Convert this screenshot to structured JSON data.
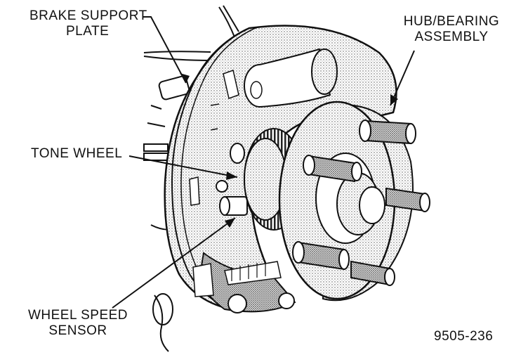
{
  "labels": {
    "brake_support_plate": [
      "BRAKE SUPPORT",
      "PLATE"
    ],
    "hub_bearing_assembly": [
      "HUB/BEARING",
      "ASSEMBLY"
    ],
    "tone_wheel": "TONE WHEEL",
    "wheel_speed_sensor": [
      "WHEEL SPEED",
      "SENSOR"
    ],
    "figure_code": "9505-236"
  }
}
